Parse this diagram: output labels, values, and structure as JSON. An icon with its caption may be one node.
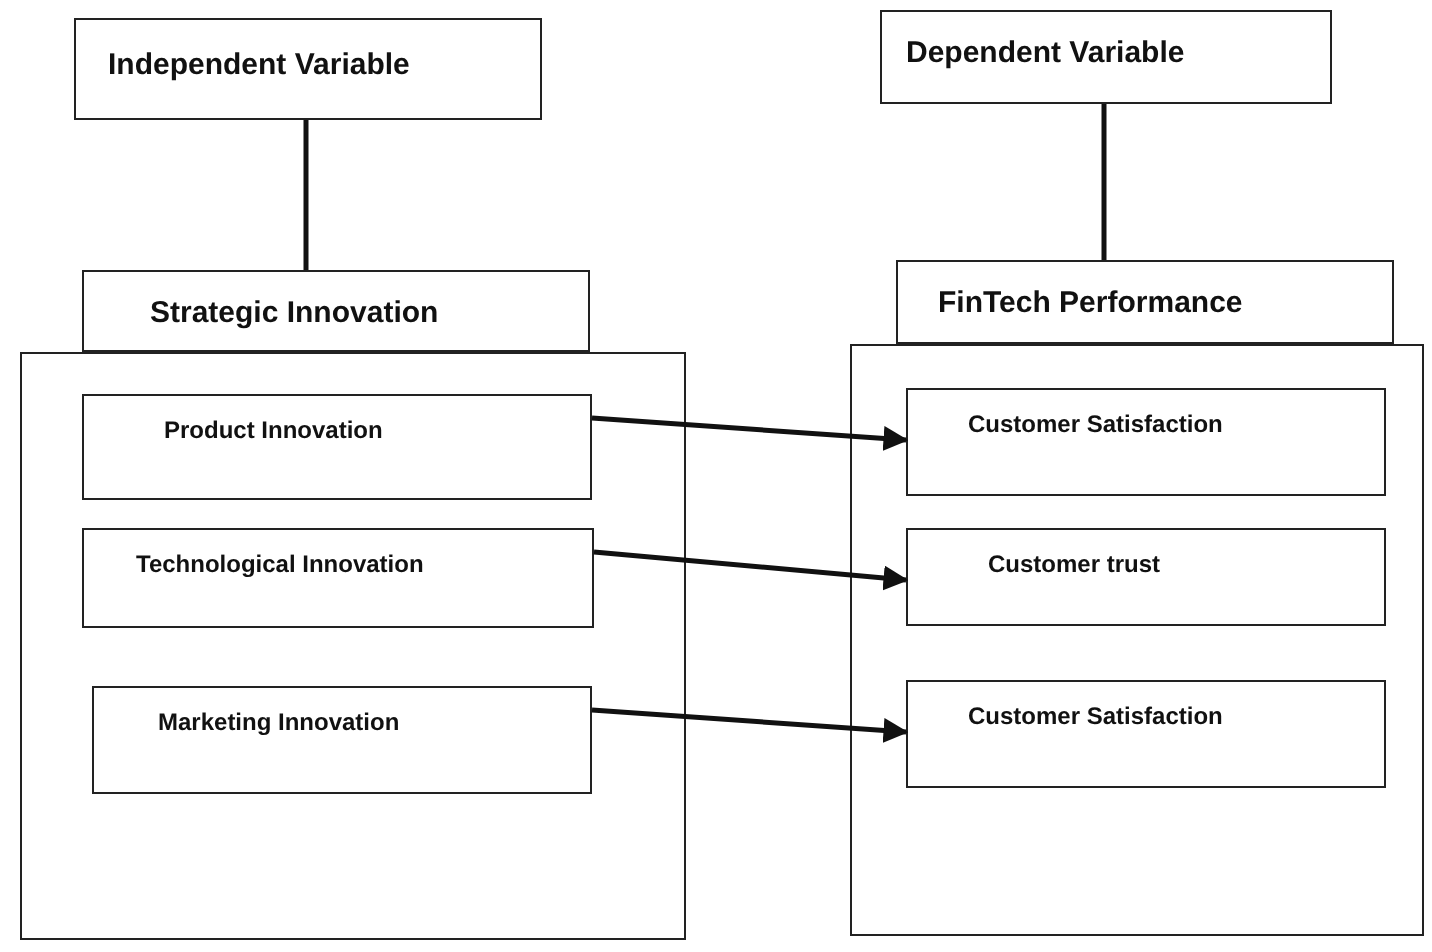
{
  "diagram": {
    "nodes": [
      {
        "text": [
          "Independent Variable"
        ]
      },
      {
        "text": [
          "Dependent Variable"
        ]
      },
      {
        "text": [
          "Strategic Innovation"
        ]
      },
      {
        "text": [],
        "shape": "box"
      },
      {
        "text": [
          "Product Innovation"
        ],
        "in": 3
      },
      {
        "text": [
          "Technological Innovation"
        ],
        "in": 3
      },
      {
        "text": [
          "Marketing Innovation"
        ],
        "in": 3
      },
      {
        "text": [
          "FinTech Performance"
        ]
      },
      {
        "text": [],
        "shape": "box"
      },
      {
        "text": [
          "Customer Satisfaction"
        ],
        "in": 8
      },
      {
        "text": [
          "Customer trust"
        ],
        "in": 8
      },
      {
        "text": [
          "Customer Satisfaction"
        ],
        "in": 8
      }
    ],
    "edges": [
      {
        "from": 0,
        "to": 2,
        "arrow": "none"
      },
      {
        "from": 1,
        "to": 7,
        "arrow": "none"
      },
      {
        "from": 4,
        "to": 9,
        "arrow": "to"
      },
      {
        "from": 5,
        "to": 10,
        "arrow": "to"
      },
      {
        "from": 6,
        "to": 11,
        "arrow": "to"
      }
    ]
  }
}
